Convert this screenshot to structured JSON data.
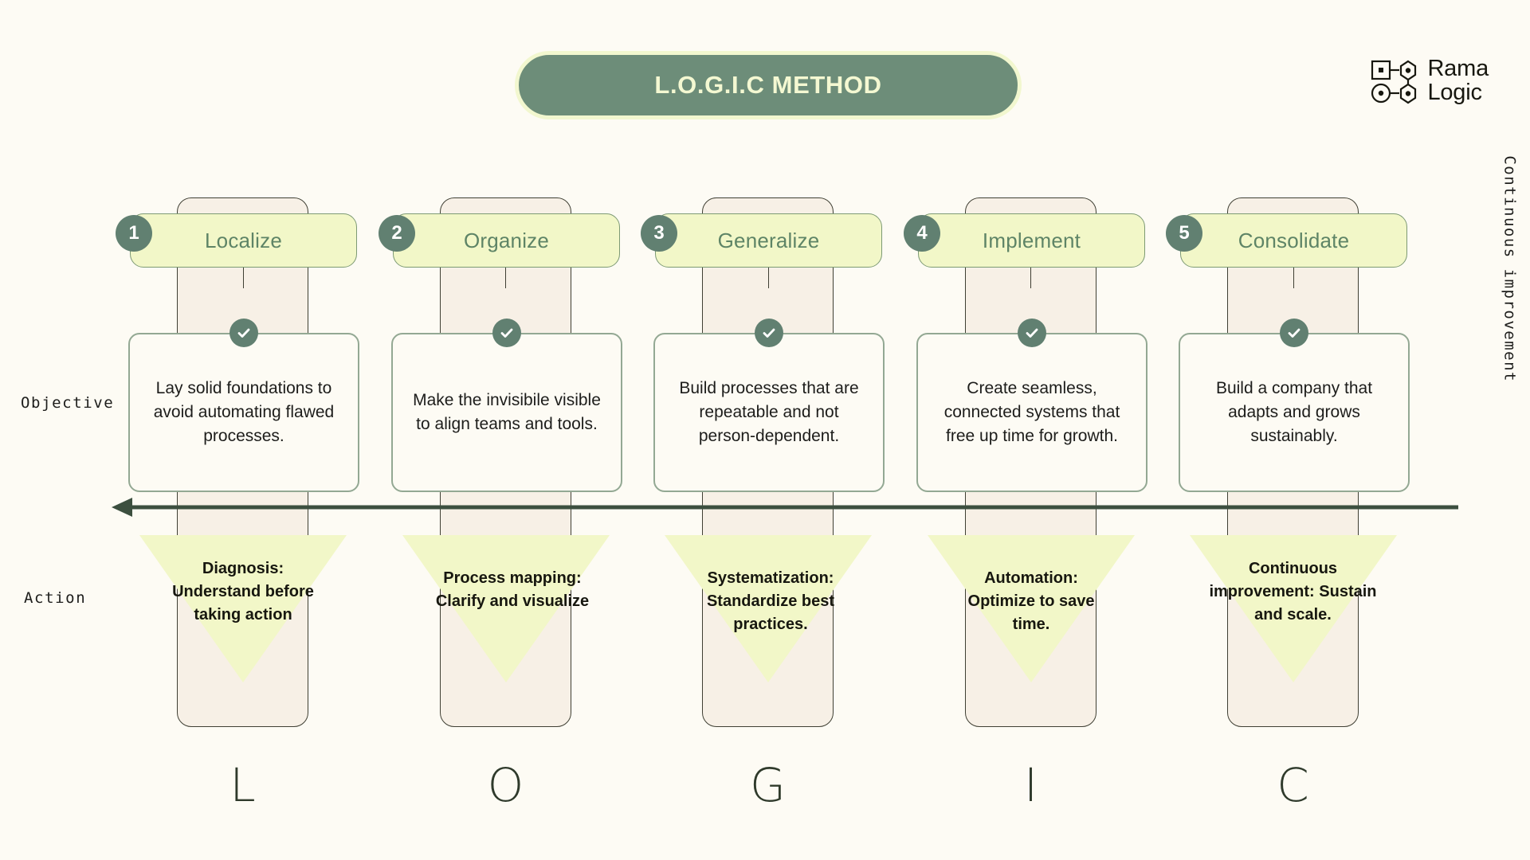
{
  "header": {
    "title": "L.O.G.I.C METHOD",
    "logo": {
      "line1": "Rama",
      "line2": "Logic",
      "mark": "node-graph-icon"
    }
  },
  "axis": {
    "objective_label": "Objective",
    "action_label": "Action",
    "continuous_label": "Continuous improvement",
    "arrow_direction": "right-to-left"
  },
  "colors": {
    "background": "#fdfbf4",
    "banner": "#6d8d79",
    "banner_text": "#f4f8d2",
    "pill": "#f2f7c8",
    "pill_border": "#7d9a74",
    "pill_text": "#5e8466",
    "lane": "#f7f0e6",
    "lane_border": "#3f3f33",
    "badge": "#618071",
    "card_border": "#93a893",
    "funnel": "#f2f7c8",
    "arrow": "#3c4f3f",
    "letter": "#2f3a2b"
  },
  "steps": [
    {
      "number": "1",
      "name": "Localize",
      "letter": "L",
      "objective": "Lay solid foundations to avoid automating flawed processes.",
      "action": "Diagnosis: Understand before taking action",
      "check": "check-icon"
    },
    {
      "number": "2",
      "name": "Organize",
      "letter": "O",
      "objective": "Make the invisibile visible to align teams and tools.",
      "action": "Process mapping: Clarify and visualize",
      "check": "check-icon"
    },
    {
      "number": "3",
      "name": "Generalize",
      "letter": "G",
      "objective": "Build processes that are repeatable and not person-dependent.",
      "action": "Systematization: Standardize best practices.",
      "check": "check-icon"
    },
    {
      "number": "4",
      "name": "Implement",
      "letter": "I",
      "objective": "Create seamless, connected systems that free up time for growth.",
      "action": "Automation: Optimize to save time.",
      "check": "check-icon"
    },
    {
      "number": "5",
      "name": "Consolidate",
      "letter": "C",
      "objective": "Build a company that adapts and grows sustainably.",
      "action": "Continuous improvement: Sustain and scale.",
      "check": "check-icon"
    }
  ]
}
